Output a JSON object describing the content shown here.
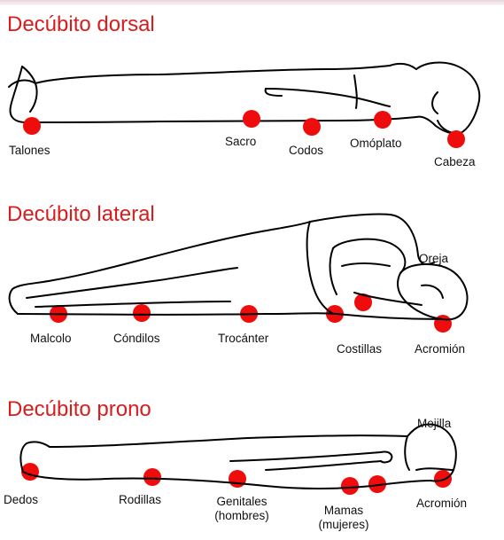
{
  "sections": {
    "dorsal": {
      "title": "Decúbito dorsal",
      "labels": {
        "talones": "Talones",
        "sacro": "Sacro",
        "codos": "Codos",
        "omoplato": "Omóplato",
        "cabeza": "Cabeza"
      }
    },
    "lateral": {
      "title": "Decúbito lateral",
      "labels": {
        "oreja": "Oreja",
        "malcolo": "Malcolo",
        "condilos": "Cóndilos",
        "trocanter": "Trocánter",
        "costillas": "Costillas",
        "acromion": "Acromión"
      }
    },
    "prono": {
      "title": "Decúbito prono",
      "labels": {
        "mejilla": "Mejilla",
        "dedos": "Dedos",
        "rodillas": "Rodillas",
        "genitales": "Genitales",
        "genitales_note": "(hombres)",
        "mamas": "Mamas",
        "mamas_note": "(mujeres)",
        "acromion": "Acromión"
      }
    }
  },
  "colors": {
    "title": "#d71d1d",
    "pressure_point": "#ee0c0c",
    "outline": "#000000"
  }
}
